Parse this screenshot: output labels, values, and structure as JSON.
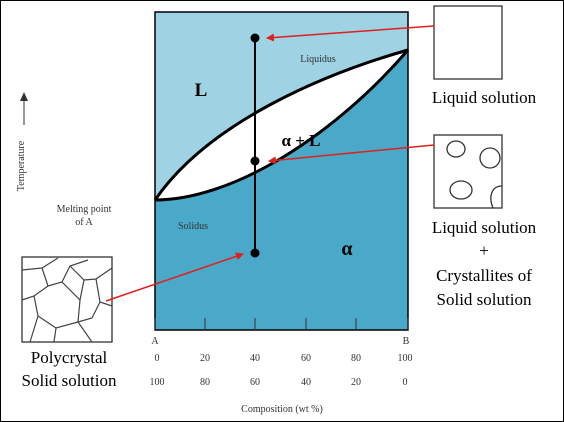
{
  "diagram": {
    "axis": {
      "y_label": "Temperature",
      "x_label": "Composition (wt %)",
      "left_end": "A",
      "right_end": "B",
      "melting_point": [
        "Melting point",
        "of A"
      ],
      "ticks_top": [
        "0",
        "20",
        "40",
        "60",
        "80",
        "100"
      ],
      "ticks_bottom": [
        "100",
        "80",
        "60",
        "40",
        "20",
        "0"
      ]
    },
    "curves": {
      "liquidus": "Liquidus",
      "solidus": "Solidus"
    },
    "regions": {
      "liquid": "L",
      "two_phase": "α + L",
      "solid": "α"
    },
    "callouts": {
      "liquid": [
        "Liquid solution"
      ],
      "two_phase": [
        "Liquid solution",
        "+",
        "Crystallites of",
        "Solid solution"
      ],
      "solid": [
        "Polycrystal",
        "Solid solution"
      ]
    },
    "colors": {
      "liquid_region": "#9fd2e3",
      "two_phase_region": "#ffffff",
      "solid_region": "#4aa9c9",
      "arrow": "#e0201c"
    }
  }
}
